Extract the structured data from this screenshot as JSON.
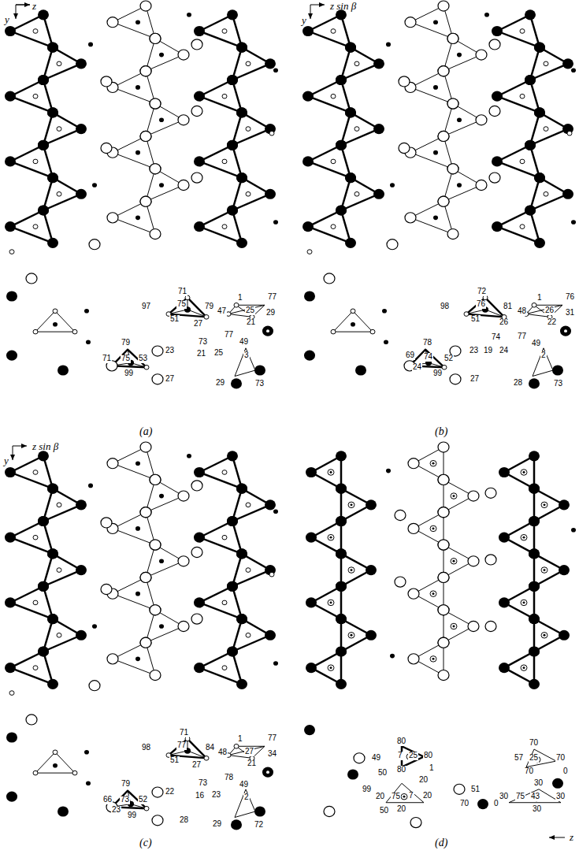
{
  "diagram": {
    "labels": [
      "(a)",
      "z",
      "y",
      "71",
      "97",
      "75",
      "79",
      "51",
      "27",
      "1",
      "77",
      "47",
      "25",
      "29",
      "21",
      "79",
      "23",
      "71",
      "75",
      "53",
      "99",
      "73",
      "21",
      "25",
      "77",
      "49",
      "3",
      "27",
      "29",
      "73",
      "(b)",
      "z sin β",
      "y",
      "72",
      "98",
      "76",
      "81",
      "51",
      "26",
      "1",
      "76",
      "48",
      "26",
      "31",
      "22",
      "78",
      "69",
      "74",
      "52",
      "24",
      "99",
      "23",
      "74",
      "77",
      "19",
      "24",
      "49",
      "2",
      "27",
      "28",
      "73",
      "(c)",
      "z sin β",
      "y",
      "71",
      "98",
      "77",
      "84",
      "51",
      "27",
      "1",
      "77",
      "48",
      "27",
      "34",
      "21",
      "79",
      "22",
      "73",
      "78",
      "49",
      "66",
      "73",
      "52",
      "23",
      "99",
      "16",
      "23",
      "2",
      "28",
      "29",
      "72",
      "(d)",
      "z",
      "80",
      "7",
      "25",
      "80",
      "80",
      "49",
      "1",
      "50",
      "70",
      "57",
      "25",
      "70",
      "70",
      "0",
      "99",
      "20",
      "20",
      "75",
      "7",
      "20",
      "20",
      "50",
      "51",
      "70",
      "0",
      "30",
      "30",
      "75",
      "43",
      "30",
      "30"
    ]
  }
}
